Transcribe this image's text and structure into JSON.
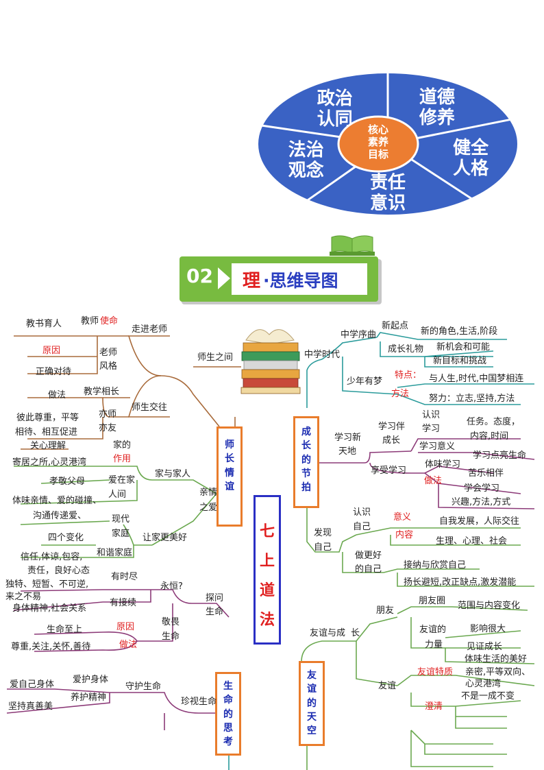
{
  "wheel": {
    "center": "核心\n素养\n目标",
    "sectors": [
      {
        "text": "政治\n认同"
      },
      {
        "text": "道德\n修养"
      },
      {
        "text": "健全\n人格"
      },
      {
        "text": "责任\n意识"
      },
      {
        "text": "法治\n观念"
      }
    ],
    "colors": {
      "fill": "#3a62c4",
      "center": "#ec7d31",
      "divider": "#ffffff"
    }
  },
  "banner": {
    "number": "02",
    "title_a": "理",
    "title_b": "·思维导图",
    "colors": {
      "green": "#78bb40",
      "title_red": "#e02020",
      "title_blue": "#2b3fc0"
    }
  },
  "center": {
    "text": "七\n上\n道\n法"
  },
  "branches": {
    "shizhang": "师\n长\n情\n谊",
    "chengzhang": "成\n长\n的\n节\n拍",
    "shengming": "生\n命\n的\n思\n考",
    "youyi": "友\n谊\n的\n天\n空"
  },
  "left_top": {
    "l1": "教书育人",
    "l2a": "教师",
    "l2b": "使命",
    "l3": "走进老师",
    "l4": "原因",
    "l5": "老师",
    "l6": "风格",
    "l7": "正确对待",
    "l8": "师生之间",
    "l9": "做法",
    "l10": "教学相长",
    "l11": "师生交往",
    "l12": "彼此尊重，平等",
    "l13": "亦师",
    "l14": "相待、相互促进",
    "l15": "亦友",
    "l16": "关心理解"
  },
  "left_mid": {
    "m1": "家的",
    "m2": "作用",
    "m3": "寄居之所,心灵港湾",
    "m4": "孝敬父母",
    "m5": "爱在家",
    "m6": "人间",
    "m7": "家与家人",
    "m8": "体味亲情、爱的碰撞、",
    "m9": "沟通传递爱、",
    "m10": "亲情",
    "m11": "之爱",
    "m12": "现代",
    "m13": "家庭",
    "m14": "四个变化",
    "m15": "让家更美好",
    "m16": "和谐家庭",
    "m17": "信任,体谅,包容,",
    "m18": "责任，良好心态"
  },
  "left_low": {
    "n1": "有时尽",
    "n2": "独特、短暂、不可逆,",
    "n3": "来之不易",
    "n4": "永恒?",
    "n5": "有接续",
    "n6": "身体精神,社会关系",
    "n7": "探问",
    "n8": "生命",
    "n9": "生命至上",
    "n10": "原因",
    "n11": "敬畏",
    "n12": "生命",
    "n13": "尊重,关注,关怀,善待",
    "n14": "做法",
    "n15": "爱自己身体",
    "n16": "爱护身体",
    "n17": "守护生命",
    "n18": "养护精神",
    "n19": "坚持真善美",
    "n20": "珍视生命"
  },
  "right_top": {
    "r1": "新起点",
    "r2": "新的角色,生活,阶段",
    "r3": "中学序曲",
    "r4": "成长礼物",
    "r5": "新机会和可能",
    "r6": "新目标和挑战",
    "r7": "中学时代",
    "r8": "特点：",
    "r9": "与人生,时代,中国梦相连",
    "r10": "少年有梦",
    "r11": "方法",
    "r12": "努力：立志,坚持,方法"
  },
  "right_mid": {
    "p1": "认识",
    "p2": "学习伴",
    "p3": "学习",
    "p4": "任务。态度，",
    "p5": "成长",
    "p6": "内容,时间",
    "p7": "学习新",
    "p8": "天地",
    "p9": "学习意义",
    "p10": "学习点亮生命",
    "p11": "体味学习",
    "p12": "享受学习",
    "p13": "苦乐相伴",
    "p14": "做法",
    "p15": "学会学习",
    "p16": "兴趣,方法,方式"
  },
  "right_low": {
    "q1": "认识",
    "q2": "意义",
    "q3": "自我发展，人际交往",
    "q4": "自己",
    "q5": "发现",
    "q6": "内容",
    "q7": "自己",
    "q8": "生理、心理、社会",
    "q9": "做更好",
    "q10": "接纳与欣赏自己",
    "q11": "的自己",
    "q12": "扬长避短,改正缺点,激发潜能"
  },
  "right_bottom": {
    "u1": "朋友",
    "u2": "朋友圈",
    "u3": "范围与内容变化",
    "u4": "友谊与成",
    "u5": "长",
    "u6": "友谊的",
    "u7": "影响很大",
    "u8": "力量",
    "u9": "见证成长",
    "u10": "体味生活的美好",
    "u11": "友谊特质",
    "u12": "亲密,平等双向、",
    "u13": "友谊",
    "u14": "心灵港湾",
    "u15": "澄清",
    "u16": "不是一成不变"
  },
  "line_colors": {
    "teal": "#2a9b9b",
    "brown": "#a86a3a",
    "purple": "#8c3a78",
    "green": "#6aa84f",
    "olive": "#8a8a3a"
  }
}
